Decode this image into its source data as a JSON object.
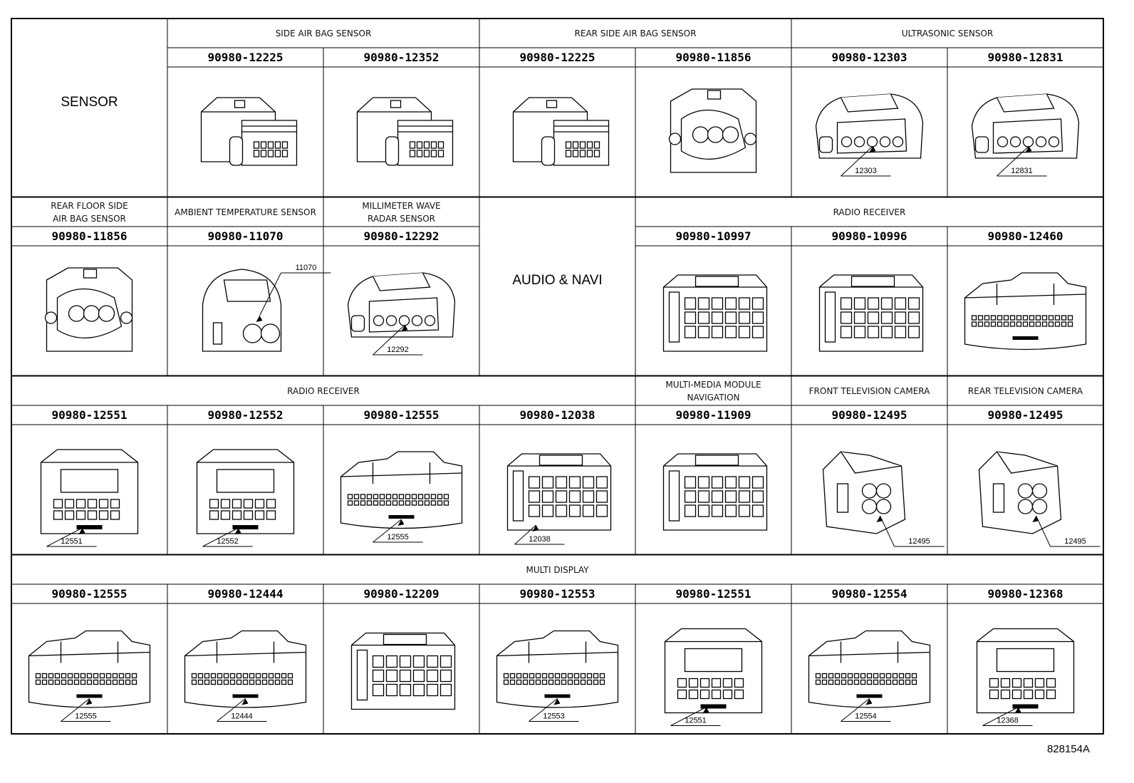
{
  "figure_id": "828154A",
  "rows": [
    {
      "row": 0,
      "title_cell": {
        "col": 0,
        "span": 1,
        "text": "SENSOR"
      },
      "groups": [
        {
          "label": "SIDE AIR BAG SENSOR",
          "col": 1,
          "span": 2
        },
        {
          "label": "REAR SIDE AIR BAG SENSOR",
          "col": 3,
          "span": 2
        },
        {
          "label": "ULTRASONIC SENSOR",
          "col": 5,
          "span": 2
        }
      ],
      "parts": [
        {
          "col": 1,
          "pn": "90980-12225",
          "shape": "airbag-connector-icon"
        },
        {
          "col": 2,
          "pn": "90980-12352",
          "shape": "airbag-connector-icon"
        },
        {
          "col": 3,
          "pn": "90980-12225",
          "shape": "airbag-connector-icon"
        },
        {
          "col": 4,
          "pn": "90980-11856",
          "shape": "round-port-connector-icon"
        },
        {
          "col": 5,
          "pn": "90980-12303",
          "shape": "sealed-connector-icon",
          "callout": "12303"
        },
        {
          "col": 6,
          "pn": "90980-12831",
          "shape": "sealed-connector-icon",
          "callout": "12831"
        }
      ]
    },
    {
      "row": 1,
      "title_cell": {
        "col": 3,
        "span": 1,
        "text": "AUDIO & NAVI"
      },
      "groups": [
        {
          "label_lines": [
            "REAR FLOOR SIDE",
            "AIR BAG SENSOR"
          ],
          "col": 0,
          "span": 1
        },
        {
          "label": "AMBIENT TEMPERATURE SENSOR",
          "col": 1,
          "span": 1
        },
        {
          "label_lines": [
            "MILLIMETER WAVE",
            "RADAR SENSOR"
          ],
          "col": 2,
          "span": 1
        },
        {
          "label": "RADIO RECEIVER",
          "col": 4,
          "span": 3
        }
      ],
      "parts": [
        {
          "col": 0,
          "pn": "90980-11856",
          "shape": "round-port-connector-icon"
        },
        {
          "col": 1,
          "pn": "90980-11070",
          "shape": "temperature-connector-icon",
          "callout": "11070"
        },
        {
          "col": 2,
          "pn": "90980-12292",
          "shape": "sealed-connector-icon",
          "callout": "12292"
        },
        {
          "col": 4,
          "pn": "90980-10997",
          "shape": "multi-pin-block-icon"
        },
        {
          "col": 5,
          "pn": "90980-10996",
          "shape": "multi-pin-block-icon"
        },
        {
          "col": 6,
          "pn": "90980-12460",
          "shape": "wide-pin-connector-icon"
        }
      ]
    },
    {
      "row": 2,
      "groups": [
        {
          "label": "RADIO RECEIVER",
          "col": 0,
          "span": 4
        },
        {
          "label_lines": [
            "MULTI-MEDIA MODULE",
            "NAVIGATION"
          ],
          "col": 4,
          "span": 1
        },
        {
          "label": "FRONT TELEVISION CAMERA",
          "col": 5,
          "span": 1
        },
        {
          "label": "REAR TELEVISION CAMERA",
          "col": 6,
          "span": 1
        }
      ],
      "parts": [
        {
          "col": 0,
          "pn": "90980-12551",
          "shape": "tall-pin-connector-icon",
          "callout": "12551"
        },
        {
          "col": 1,
          "pn": "90980-12552",
          "shape": "tall-pin-connector-icon",
          "callout": "12552"
        },
        {
          "col": 2,
          "pn": "90980-12555",
          "shape": "wide-pin-connector-icon",
          "callout": "12555"
        },
        {
          "col": 3,
          "pn": "90980-12038",
          "shape": "multi-pin-block-icon",
          "callout": "12038"
        },
        {
          "col": 4,
          "pn": "90980-11909",
          "shape": "multi-pin-block-icon"
        },
        {
          "col": 5,
          "pn": "90980-12495",
          "shape": "camera-connector-icon",
          "callout": "12495"
        },
        {
          "col": 6,
          "pn": "90980-12495",
          "shape": "camera-connector-icon",
          "callout": "12495"
        }
      ]
    },
    {
      "row": 3,
      "groups": [
        {
          "label": "MULTI DISPLAY",
          "col": 0,
          "span": 7
        }
      ],
      "parts": [
        {
          "col": 0,
          "pn": "90980-12555",
          "shape": "wide-pin-connector-icon",
          "callout": "12555"
        },
        {
          "col": 1,
          "pn": "90980-12444",
          "shape": "wide-pin-connector-icon",
          "callout": "12444"
        },
        {
          "col": 2,
          "pn": "90980-12209",
          "shape": "multi-pin-block-icon"
        },
        {
          "col": 3,
          "pn": "90980-12553",
          "shape": "wide-pin-connector-icon",
          "callout": "12553"
        },
        {
          "col": 4,
          "pn": "90980-12551",
          "shape": "tall-pin-connector-icon",
          "callout": "12551"
        },
        {
          "col": 5,
          "pn": "90980-12554",
          "shape": "wide-pin-connector-icon",
          "callout": "12554"
        },
        {
          "col": 6,
          "pn": "90980-12368",
          "shape": "tall-pin-connector-icon",
          "callout": "12368"
        }
      ]
    }
  ]
}
